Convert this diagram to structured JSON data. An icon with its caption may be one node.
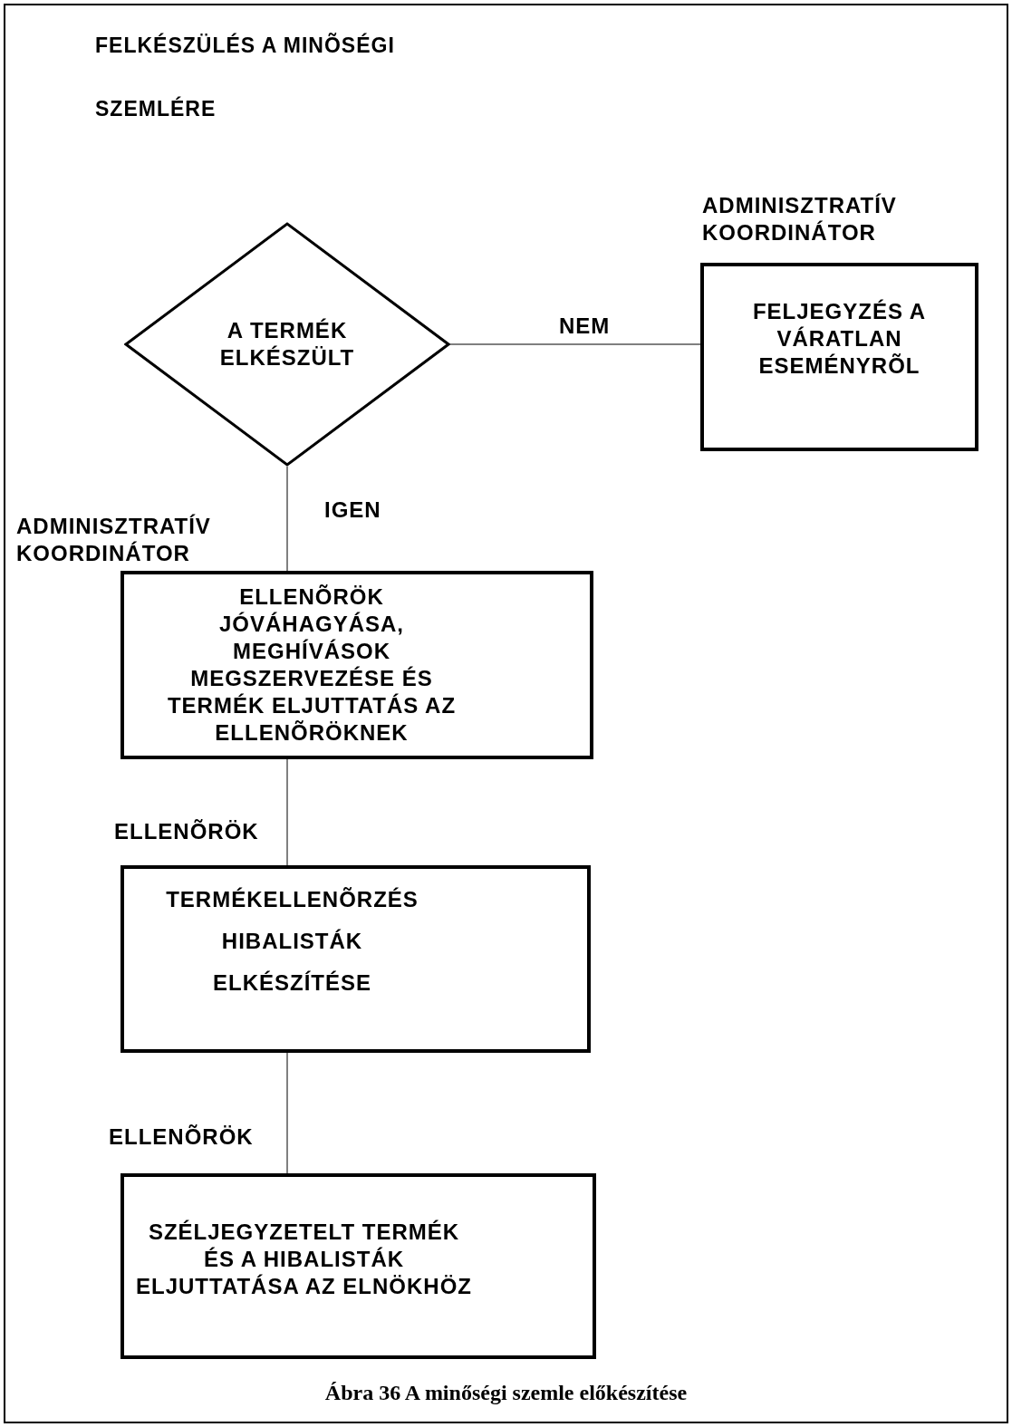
{
  "diagram": {
    "title": "FELKÉSZÜLÉS A MINÕSÉGI SZEMLÉRE",
    "caption": "Ábra 36 A minőségi szemle előkészítése",
    "nodes": [
      {
        "text": [
          "A TERMÉK ELKÉSZÜLT"
        ]
      },
      {
        "text": [
          "FELJEGYZÉS A VÁRATLAN ESEMÉNYRÕL"
        ],
        "beside": [
          "ADMINISZTRATÍV KOORDINÁTOR"
        ]
      },
      {
        "text": [
          "ELLENÕRÖK JÓVÁHAGYÁSA, MEGHÍVÁSOK MEGSZERVEZÉSE ÉS TERMÉK ELJUTTATÁS AZ ELLENÕRÖKNEK"
        ],
        "beside": [
          "ADMINISZTRATÍV KOORDINÁTOR"
        ]
      },
      {
        "text": [
          "TERMÉKELLENÕRZÉS HIBALISTÁK ELKÉSZÍTÉSE"
        ],
        "beside": [
          "ELLENÕRÖK"
        ]
      },
      {
        "text": [
          "SZÉLJEGYZETELT TERMÉK ÉS A HIBALISTÁK ELJUTTATÁSA AZ ELNÖKHÖZ"
        ],
        "beside": [
          "ELLENÕRÖK"
        ]
      }
    ],
    "edges": [
      {
        "from": 0,
        "to": 1,
        "arrow": "none",
        "label": "NEM"
      },
      {
        "from": 0,
        "to": 2,
        "arrow": "none",
        "label": "IGEN"
      },
      {
        "from": 2,
        "to": 3,
        "arrow": "none"
      },
      {
        "from": 3,
        "to": 4,
        "arrow": "none"
      }
    ]
  }
}
